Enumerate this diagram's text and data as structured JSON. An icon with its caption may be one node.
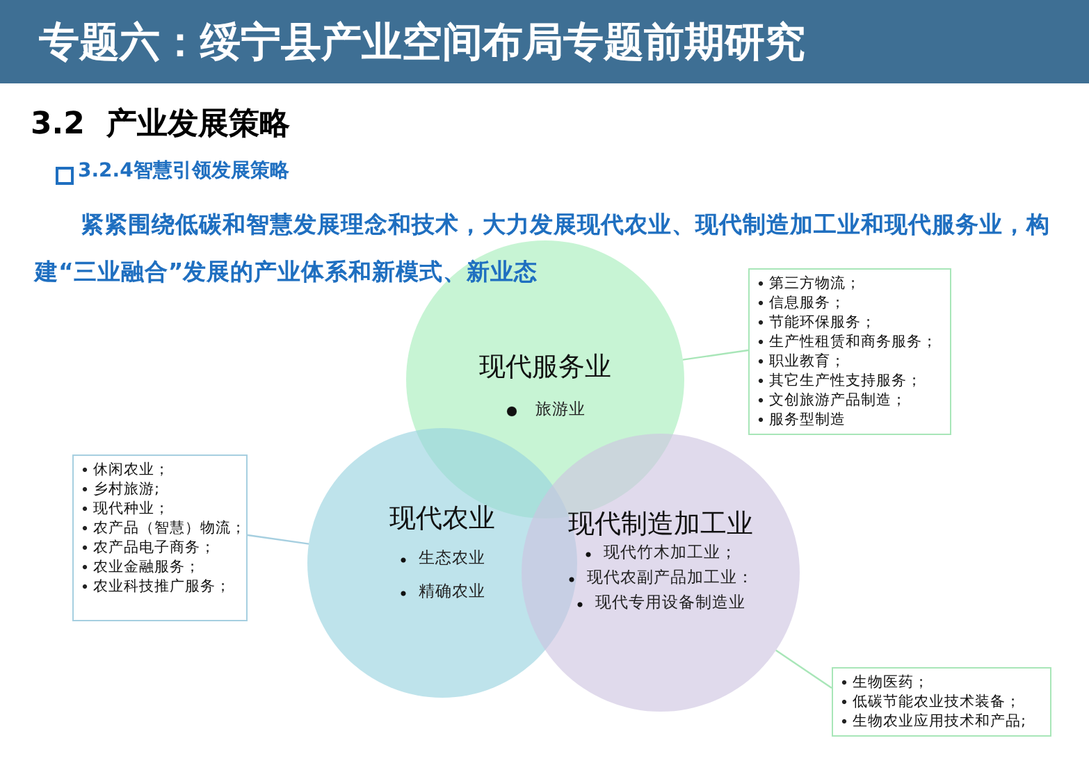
{
  "diagram": {
    "title": "专题六：绥宁县产业空间布局专题前期研究",
    "nodes": [
      {
        "text": [
          "现代服务业",
          "旅游业"
        ]
      },
      {
        "text": [
          "现代农业",
          "生态农业",
          "精确农业"
        ]
      },
      {
        "text": [
          "现代制造加工业",
          "现代竹木加工业；",
          "现代农副产品加工业：",
          "现代专用设备制造业"
        ]
      },
      {
        "text": [
          "第三方物流；",
          "信息服务；",
          "节能环保服务；",
          "生产性租赁和商务服务；",
          "职业教育；",
          "其它生产性支持服务；",
          "文创旅游产品制造；",
          "服务型制造"
        ]
      },
      {
        "text": [
          "休闲农业；",
          "乡村旅游;",
          "现代种业；",
          "农产品（智慧）物流；",
          "农产品电子商务；",
          "农业金融服务；",
          "农业科技推广服务；"
        ]
      },
      {
        "text": [
          "生物医药；",
          "低碳节能农业技术装备；",
          "生物农业应用技术和产品;"
        ]
      }
    ],
    "edges": [
      {
        "from": 3,
        "to": 0,
        "arrow": "none"
      },
      {
        "from": 4,
        "to": 1,
        "arrow": "none"
      },
      {
        "from": 5,
        "to": 2,
        "arrow": "none"
      }
    ],
    "labels": [
      "3.2  产业发展策略",
      "3.2.4智慧引领发展策略",
      "紧紧围绕低碳和智慧发展理念和技术，大力发展现代农业、现代制造加工业和现代服务业，构建“三业融合”发展的产业体系和新模式、新业态"
    ]
  }
}
